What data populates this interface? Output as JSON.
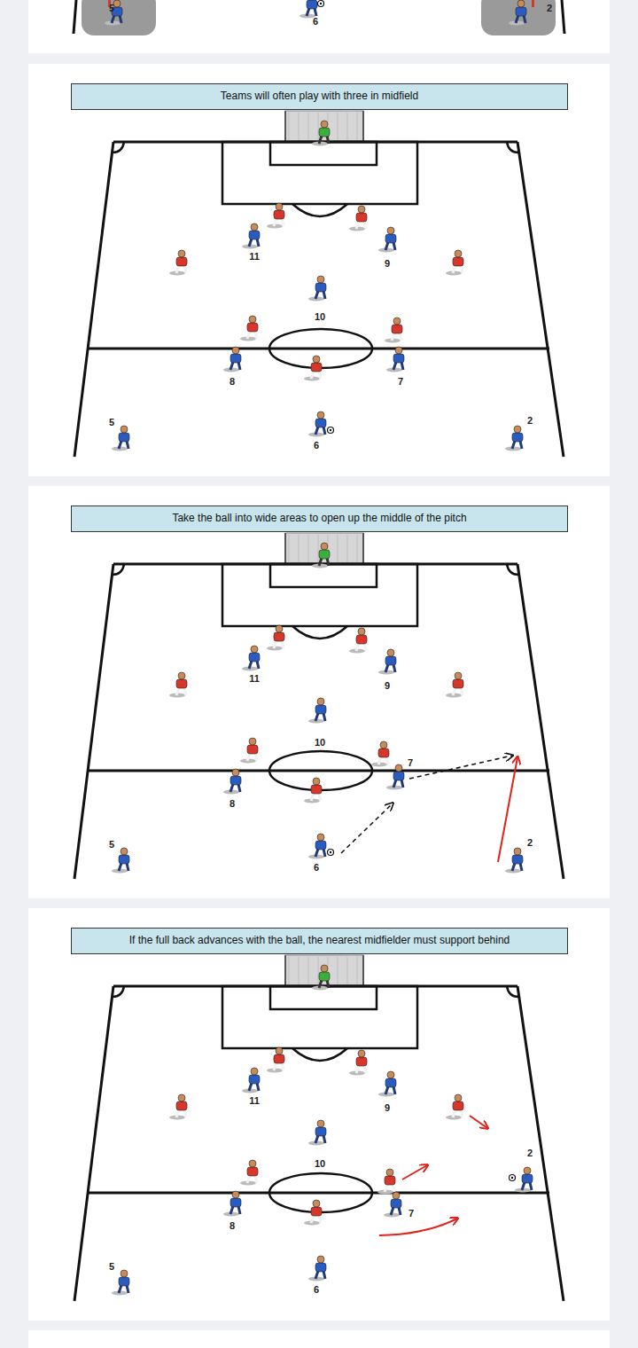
{
  "diagram": {
    "nodes": [
      {
        "text": [
          "Teams will often play with three in midfield"
        ]
      },
      {
        "text": [
          "Take the ball into wide areas to open up the middle of the pitch"
        ]
      },
      {
        "text": [
          "If the full back advances with the ball, the nearest midfielder must support behind"
        ]
      }
    ],
    "labels": [
      "5",
      "6",
      "2",
      "11",
      "9",
      "10",
      "8",
      "7",
      "5",
      "6",
      "2",
      "11",
      "9",
      "10",
      "7",
      "8",
      "5",
      "6",
      "2",
      "11",
      "9",
      "2",
      "10",
      "7",
      "8",
      "5",
      "6"
    ]
  }
}
